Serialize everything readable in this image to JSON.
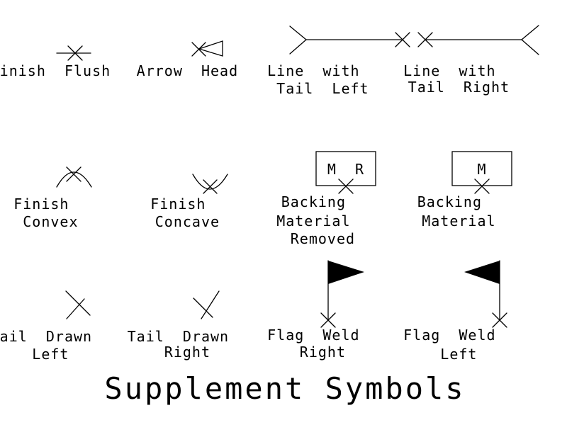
{
  "title": "Supplement Symbols",
  "colors": {
    "ink": "#000000",
    "background": "#ffffff"
  },
  "symbols": {
    "finish_flush": {
      "icon": "finish-flush-icon",
      "lines": [
        "Finish  Flush"
      ]
    },
    "arrow_head": {
      "icon": "arrow-head-icon",
      "lines": [
        "Arrow  Head"
      ]
    },
    "line_tail_left": {
      "icon": "line-tail-left-icon",
      "lines": [
        "Line  with",
        "Tail  Left"
      ]
    },
    "line_tail_right": {
      "icon": "line-tail-right-icon",
      "lines": [
        "Line  with",
        "Tail  Right"
      ]
    },
    "finish_convex": {
      "icon": "finish-convex-icon",
      "lines": [
        "Finish",
        "Convex"
      ]
    },
    "finish_concave": {
      "icon": "finish-concave-icon",
      "lines": [
        "Finish",
        "Concave"
      ]
    },
    "backing_removed": {
      "icon": "backing-material-removed-icon",
      "box_text": "M  R",
      "lines": [
        "Backing",
        "Material",
        "Removed"
      ]
    },
    "backing_material": {
      "icon": "backing-material-icon",
      "box_text": "M",
      "lines": [
        "Backing",
        "Material"
      ]
    },
    "tail_left": {
      "icon": "tail-drawn-left-icon",
      "lines": [
        "Tail  Drawn",
        "Left"
      ]
    },
    "tail_right": {
      "icon": "tail-drawn-right-icon",
      "lines": [
        "Tail  Drawn",
        "Right"
      ]
    },
    "flag_right": {
      "icon": "flag-weld-right-icon",
      "lines": [
        "Flag  Weld",
        "Right"
      ]
    },
    "flag_left": {
      "icon": "flag-weld-left-icon",
      "lines": [
        "Flag  Weld",
        "Left"
      ]
    }
  }
}
